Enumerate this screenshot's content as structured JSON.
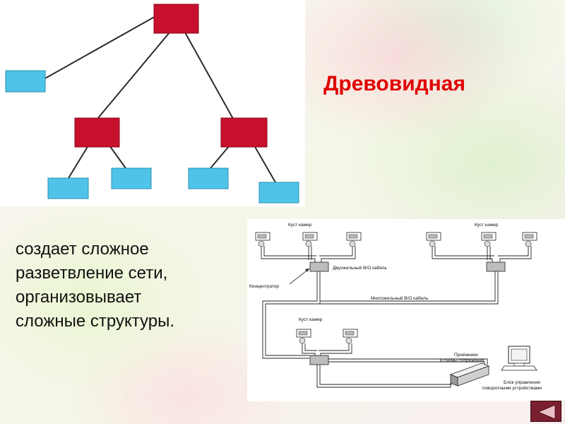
{
  "slide": {
    "heading": "Древовидная",
    "description_lines": [
      "создает сложное",
      "разветвление сети,",
      "организовывает",
      "сложные структуры."
    ]
  },
  "tree_diagram": {
    "colors": {
      "branch_node": "#c8102e",
      "leaf_node": "#4fc4e8",
      "edge": "#2b2b2b"
    }
  },
  "camera_network": {
    "labels": {
      "cluster_top_left": "Куст камер",
      "cluster_top_right": "Куст камер",
      "cluster_bottom": "Куст камер",
      "two_wire_cable": "Двухжильный В/О кабель",
      "multi_wire_cable": "Многожильный В/О кабель",
      "hub": "Концентратор",
      "receivers_line1": "Приёмники",
      "receivers_line2": "и схемы сопряжения",
      "control_line1": "Блок управления",
      "control_line2": "поворотными устройствами"
    }
  },
  "navigation": {
    "colors": {
      "button": "#7a1f2f",
      "arrow": "#e8c0c8"
    }
  }
}
